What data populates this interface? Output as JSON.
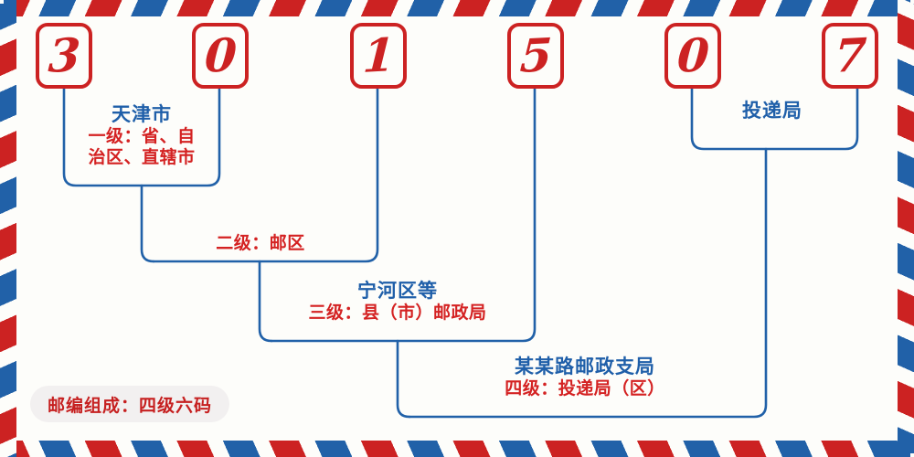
{
  "theme": {
    "background": "#fdfdfa",
    "stripe_red": "#cc2222",
    "stripe_blue": "#2161a8",
    "digit_red": "#cc2222",
    "title_blue": "#1f5fa9",
    "sub_red": "#d42222",
    "badge_bg": "#f2f0f0"
  },
  "postcode": {
    "value": "301507",
    "digits": [
      {
        "char": "3",
        "name": "digit-1"
      },
      {
        "char": "0",
        "name": "digit-2"
      },
      {
        "char": "1",
        "name": "digit-3"
      },
      {
        "char": "5",
        "name": "digit-4"
      },
      {
        "char": "0",
        "name": "digit-5"
      },
      {
        "char": "7",
        "name": "digit-6"
      }
    ]
  },
  "annotations": {
    "level1": {
      "title": "天津市",
      "subtitle_line1": "一级：省、自",
      "subtitle_line2": "治区、直辖市",
      "subtitle": "一级：省、自治区、直辖市"
    },
    "level2": {
      "title": "",
      "subtitle": "二级：邮区"
    },
    "level3": {
      "title": "宁河区等",
      "subtitle": "三级：县（市）邮政局"
    },
    "level4": {
      "title": "某某路邮政支局",
      "subtitle": "四级：投递局（区）"
    },
    "delivery": {
      "title": "投递局"
    }
  },
  "summary": {
    "badge_text": "邮编组成：四级六码"
  }
}
